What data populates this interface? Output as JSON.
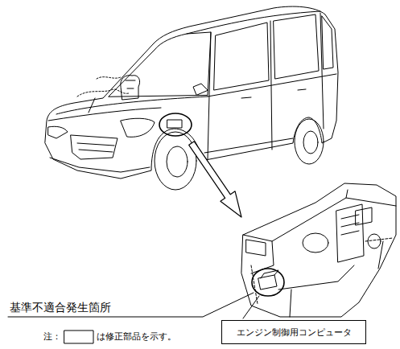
{
  "diagram": {
    "nodes": [
      {
        "text": [
          "エンジン制御用コンピュータ"
        ]
      }
    ],
    "labels": [
      "基準不適合発生箇所",
      "注：",
      "は修正部品を示す。"
    ]
  }
}
